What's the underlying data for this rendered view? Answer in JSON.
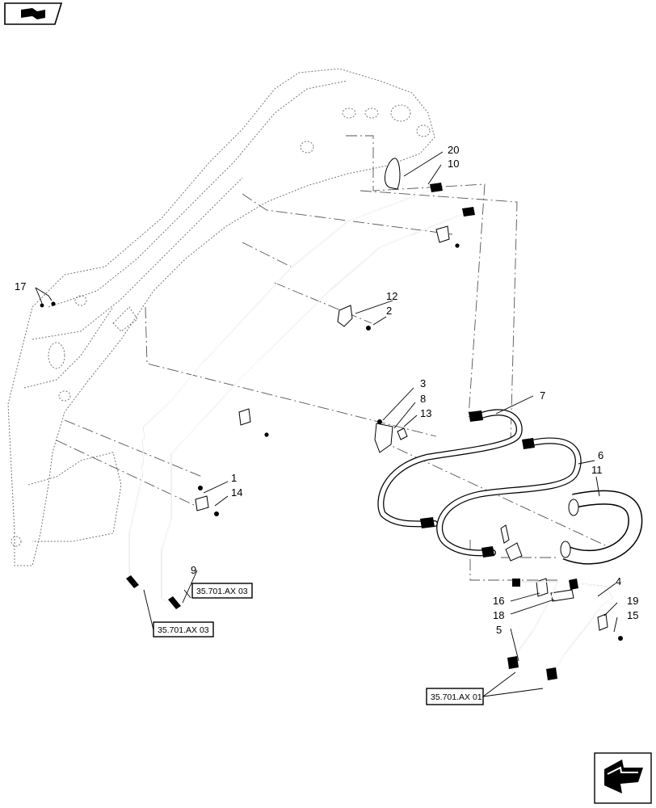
{
  "callouts": {
    "c1": "1",
    "c2": "2",
    "c3": "3",
    "c4": "4",
    "c5": "5",
    "c6": "6",
    "c7": "7",
    "c8": "8",
    "c9": "9",
    "c10": "10",
    "c11": "11",
    "c12": "12",
    "c13": "13",
    "c14": "14",
    "c15": "15",
    "c16": "16",
    "c17": "17",
    "c18": "18",
    "c19": "19",
    "c20": "20"
  },
  "references": {
    "ref_a": "35.701.AX 03",
    "ref_b": "35.701.AX 03",
    "ref_c": "35.701.AX 01"
  },
  "icons": {
    "top_left": "book-arrow-icon",
    "bottom_right": "next-page-arrow-icon"
  }
}
